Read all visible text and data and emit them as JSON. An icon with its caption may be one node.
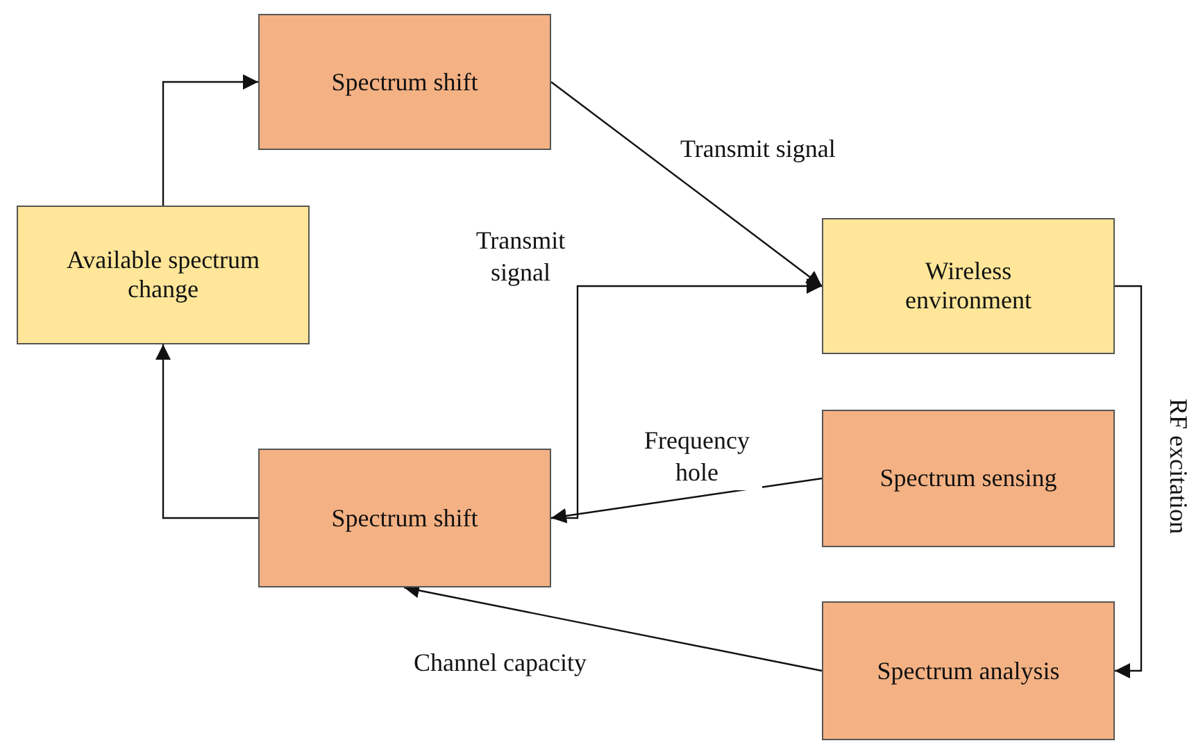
{
  "diagram": {
    "nodes": [
      {
        "text": [
          "Spectrum shift"
        ]
      },
      {
        "text": [
          "Available spectrum change"
        ]
      },
      {
        "text": [
          "Wireless environment"
        ]
      },
      {
        "text": [
          "Spectrum sensing"
        ]
      },
      {
        "text": [
          "Spectrum shift"
        ]
      },
      {
        "text": [
          "Spectrum analysis"
        ]
      }
    ],
    "edges": [
      {
        "from": 1,
        "to": 0,
        "arrow": "to"
      },
      {
        "from": 0,
        "to": 2,
        "arrow": "to",
        "label": "Transmit signal"
      },
      {
        "from": 4,
        "to": 2,
        "arrow": "to",
        "label": "Transmit signal"
      },
      {
        "from": 2,
        "to": 5,
        "arrow": "to",
        "label": "RF excitation"
      },
      {
        "from": 3,
        "to": 4,
        "arrow": "to",
        "label": "Frequency hole"
      },
      {
        "from": 5,
        "to": 4,
        "arrow": "to",
        "label": "Channel capacity"
      },
      {
        "from": 4,
        "to": 1,
        "arrow": "to"
      }
    ]
  }
}
